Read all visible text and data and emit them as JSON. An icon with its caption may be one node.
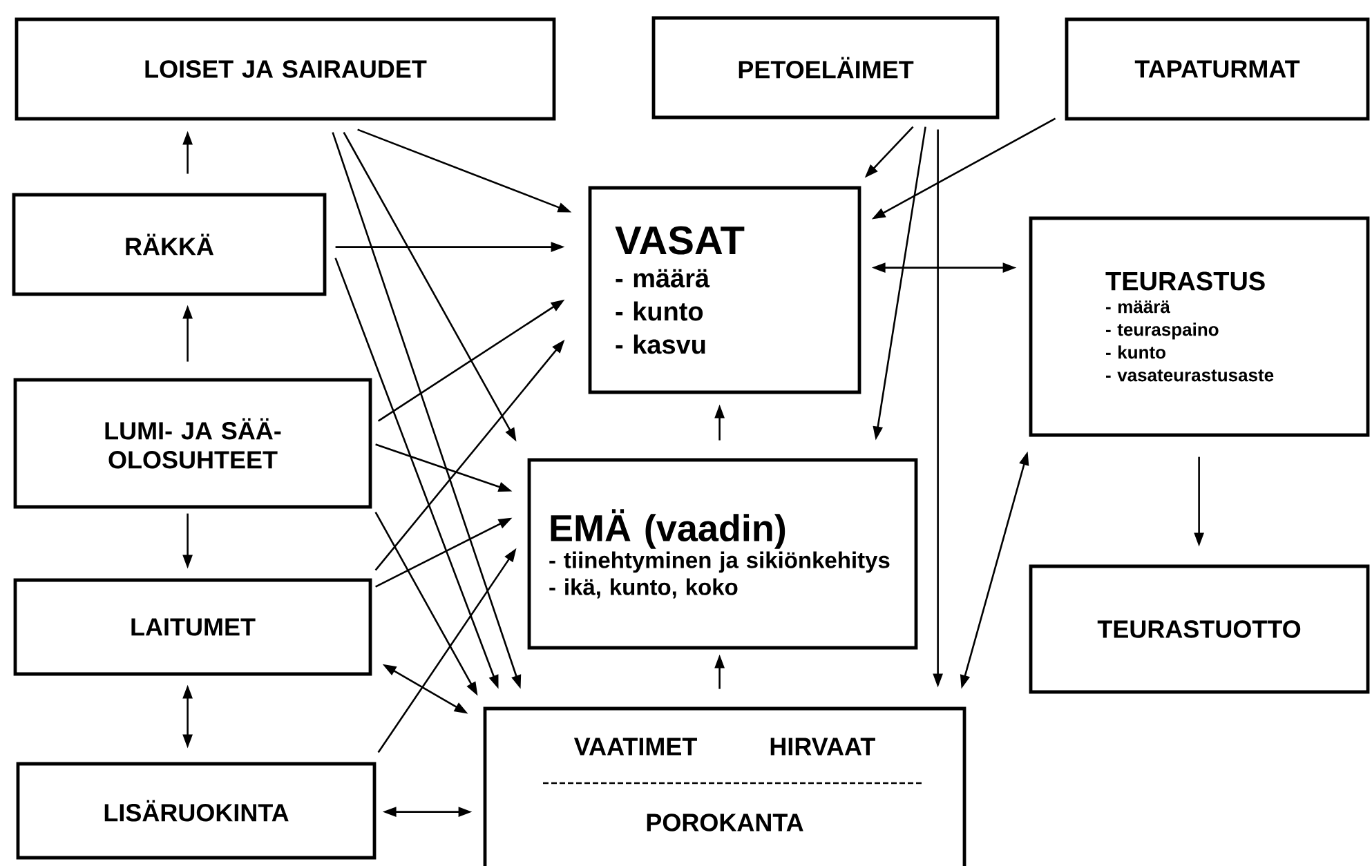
{
  "diagram": {
    "nodes": [
      {
        "text": [
          "LOISET JA SAIRAUDET"
        ]
      },
      {
        "text": [
          "PETOELÄIMET"
        ]
      },
      {
        "text": [
          "TAPATURMAT"
        ]
      },
      {
        "text": [
          "RÄKKÄ"
        ]
      },
      {
        "text": [
          "VASAT",
          "- määrä",
          "- kunto",
          "- kasvu"
        ]
      },
      {
        "text": [
          "TEURASTUS",
          "- määrä",
          "- teuraspaino",
          "- kunto",
          "- vasateurastusaste"
        ]
      },
      {
        "text": [
          "LUMI- JA SÄÄ- OLOSUHTEET"
        ]
      },
      {
        "text": [
          "EMÄ (vaadin)",
          "- tiinehtyminen ja sikiönkehitys",
          "- ikä, kunto, koko"
        ]
      },
      {
        "text": [
          "LAITUMET"
        ]
      },
      {
        "text": [
          "TEURASTUOTTO"
        ]
      },
      {
        "text": [
          "LISÄRUOKINTA"
        ]
      },
      {
        "text": [
          "VAATIMET",
          "HIRVAAT",
          "POROKANTA"
        ]
      }
    ],
    "edges": [
      {
        "from": 3,
        "to": 0,
        "arrow": "to"
      },
      {
        "from": 6,
        "to": 3,
        "arrow": "to"
      },
      {
        "from": 6,
        "to": 8,
        "arrow": "to"
      },
      {
        "from": 8,
        "to": 10,
        "arrow": "both"
      },
      {
        "from": 10,
        "to": 11,
        "arrow": "both"
      },
      {
        "from": 8,
        "to": 11,
        "arrow": "both"
      },
      {
        "from": 0,
        "to": 4,
        "arrow": "to"
      },
      {
        "from": 0,
        "to": 7,
        "arrow": "to"
      },
      {
        "from": 0,
        "to": 11,
        "arrow": "to"
      },
      {
        "from": 3,
        "to": 4,
        "arrow": "to"
      },
      {
        "from": 3,
        "to": 11,
        "arrow": "to"
      },
      {
        "from": 6,
        "to": 4,
        "arrow": "to"
      },
      {
        "from": 6,
        "to": 7,
        "arrow": "to"
      },
      {
        "from": 6,
        "to": 11,
        "arrow": "to"
      },
      {
        "from": 8,
        "to": 4,
        "arrow": "to"
      },
      {
        "from": 8,
        "to": 7,
        "arrow": "to"
      },
      {
        "from": 10,
        "to": 7,
        "arrow": "to"
      },
      {
        "from": 1,
        "to": 4,
        "arrow": "to"
      },
      {
        "from": 1,
        "to": 7,
        "arrow": "to"
      },
      {
        "from": 1,
        "to": 11,
        "arrow": "to"
      },
      {
        "from": 2,
        "to": 4,
        "arrow": "to"
      },
      {
        "from": 4,
        "to": 5,
        "arrow": "both"
      },
      {
        "from": 5,
        "to": 11,
        "arrow": "both"
      },
      {
        "from": 5,
        "to": 9,
        "arrow": "to"
      },
      {
        "from": 7,
        "to": 4,
        "arrow": "to"
      },
      {
        "from": 11,
        "to": 7,
        "arrow": "to"
      }
    ]
  }
}
